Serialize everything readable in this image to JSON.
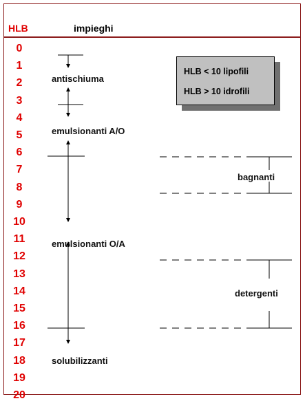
{
  "header": {
    "hlb_label": "HLB",
    "impieghi_label": "impieghi"
  },
  "hlb_scale": [
    "0",
    "1",
    "2",
    "3",
    "4",
    "5",
    "6",
    "7",
    "8",
    "9",
    "10",
    "11",
    "12",
    "13",
    "14",
    "15",
    "16",
    "17",
    "18",
    "19",
    "20"
  ],
  "categories": {
    "antischiuma": "antischiuma",
    "emulsionanti_ao": "emulsionanti A/O",
    "emulsionanti_oa": "emulsionanti O/A",
    "solubilizzanti": "solubilizzanti",
    "bagnanti": "bagnanti",
    "detergenti": "detergenti"
  },
  "legend": {
    "line1": "HLB < 10 lipofili",
    "line2": "HLB > 10 idrofili"
  },
  "colors": {
    "hlb_red": "#e00000",
    "frame_border": "#8b1a1a",
    "legend_bg": "#c0c0c0",
    "legend_shadow": "#707070"
  }
}
